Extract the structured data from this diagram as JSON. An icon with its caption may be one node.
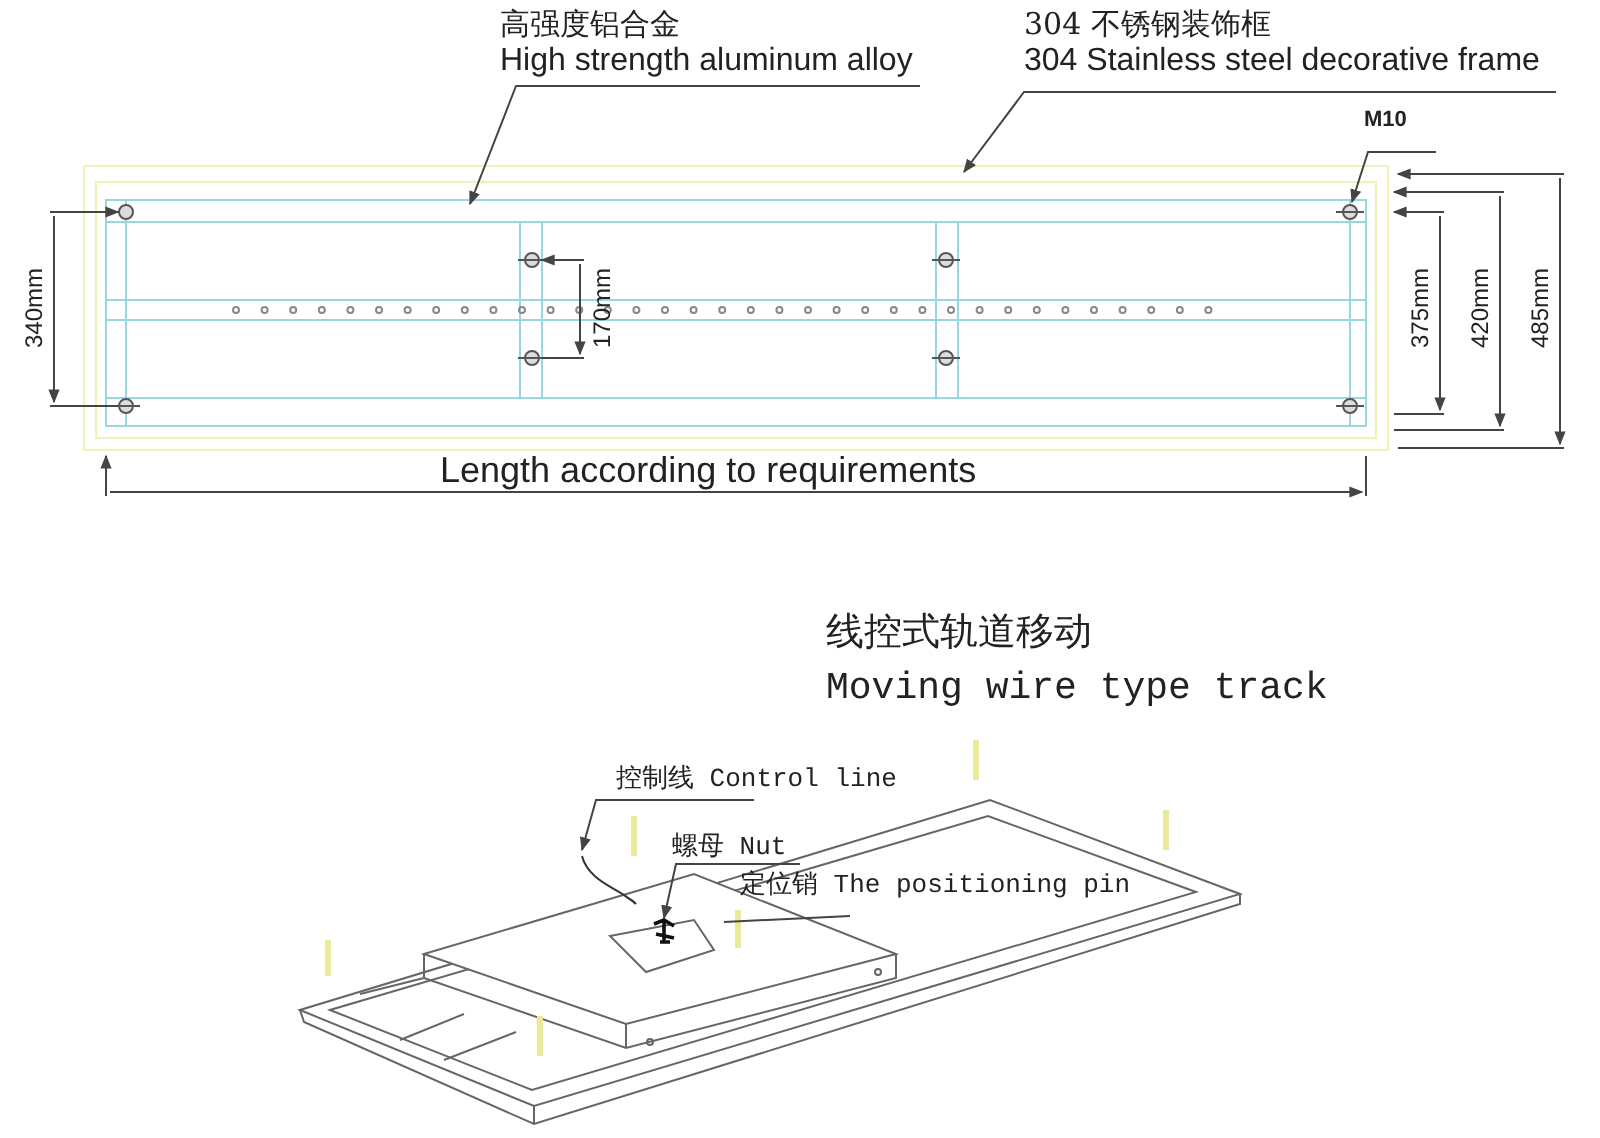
{
  "diagram": {
    "nodes": [
      {
        "text": [
          "高强度铝合金",
          "High strength aluminum alloy"
        ]
      },
      {
        "text": [
          "304 不锈钢装饰框",
          "304 Stainless steel decorative frame"
        ]
      },
      {
        "text": [
          "M10"
        ]
      },
      {
        "text": [
          "控制线 Control line"
        ]
      },
      {
        "text": [
          "螺母 Nut"
        ]
      },
      {
        "text": [],
        "shape": "picture"
      },
      {
        "text": [
          "定位销 The positioning pin"
        ]
      }
    ],
    "edges": [
      {
        "from": 0,
        "to": null,
        "arrow": "to"
      },
      {
        "from": 1,
        "to": null,
        "arrow": "to"
      },
      {
        "from": 2,
        "to": null,
        "arrow": "to"
      },
      {
        "from": 3,
        "to": null,
        "arrow": "to"
      },
      {
        "from": 4,
        "to": 5,
        "arrow": "to"
      },
      {
        "from": 6,
        "to": null,
        "arrow": "none"
      }
    ],
    "labels": [
      "340mm",
      "170mm",
      "375mm",
      "420mm",
      "485mm",
      "Length according to requirements",
      "线控式轨道移动",
      "Moving wire type track"
    ]
  }
}
